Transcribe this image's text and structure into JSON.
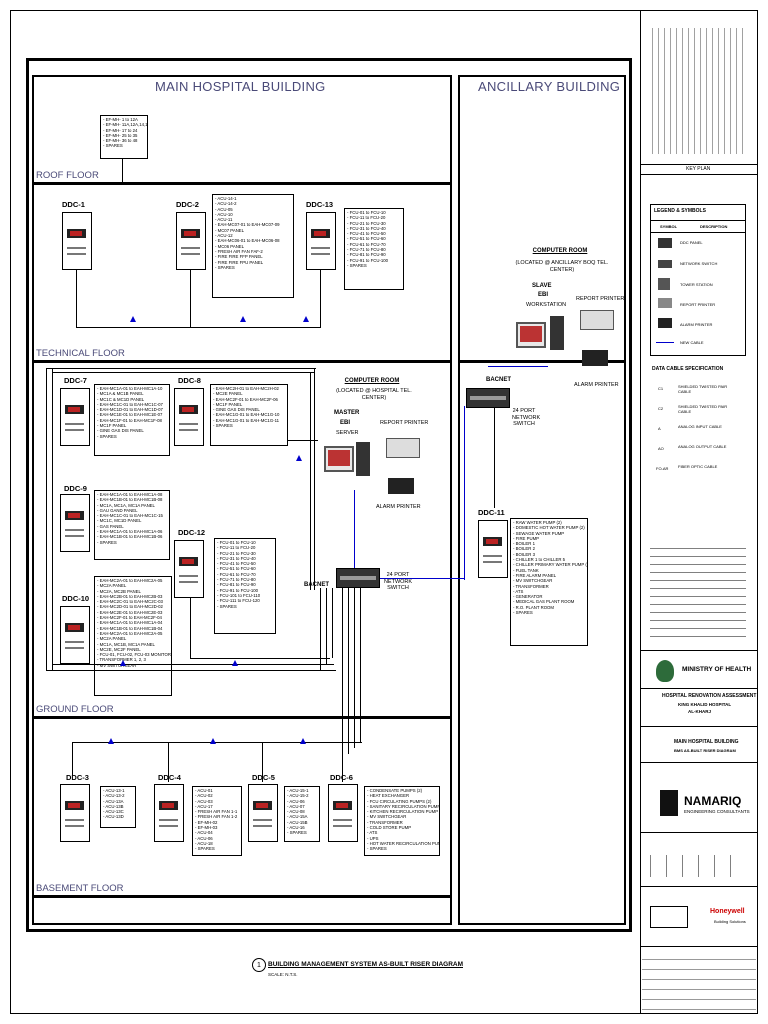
{
  "titles": {
    "main": "MAIN HOSPITAL BUILDING",
    "ancillary": "ANCILLARY BUILDING"
  },
  "floors": {
    "roof": "ROOF FLOOR",
    "technical": "TECHNICAL FLOOR",
    "ground": "GROUND FLOOR",
    "basement": "BASEMENT FLOOR"
  },
  "roof_list": [
    "- EF-MH- 1 to 12A",
    "- EF-MH- 11A,12A,14,15",
    "- EF-MH- 17 to 24",
    "- EF-MH- 25 to 35",
    "- EF-MH- 36 to 48",
    "- SPARES"
  ],
  "ddc": {
    "ddc1": {
      "label": "DDC-1"
    },
    "ddc2": {
      "label": "DDC-2",
      "items": [
        "- ACU-14-1",
        "- ACU-14-2",
        "- ACU-05",
        "- ACU-10",
        "- ACU-11",
        "- EAH-MC07-01 to EAH-MC07-09",
        "- MC07 PANEL",
        "- ACU-12",
        "- EAH-MC06-01 to EAH-MC06-08",
        "- MC06 PANEL",
        "- FRESH AIR FAN FAF-2",
        "- FIRE FIRE FFP PANEL",
        "- FIRE FIRE FPU PANEL",
        "- SPARES"
      ]
    },
    "ddc13": {
      "label": "DDC-13",
      "items": [
        "- FCU-01 to FCU-10",
        "- FCU-11 to FCU-20",
        "- FCU-21 to FCU-30",
        "- FCU-31 to FCU-40",
        "- FCU-41 to FCU-50",
        "- FCU-51 to FCU-60",
        "- FCU-61 to FCU-70",
        "- FCU-71 to FCU-80",
        "- FCU-81 to FCU-90",
        "- FCU-91 to FCU-100",
        "- SPARES"
      ]
    },
    "ddc7": {
      "label": "DDC-7",
      "items": [
        "- EAH-MC1A-01 to EAH-MC1A-10",
        "- MC1A & MC1B PANEL",
        "- MC1C & MC1D PANEL",
        "- EAH-MC1C-01 to EAH-MC1C-07",
        "- EAH-MC1D-01 to EAH-MC1D-07",
        "- EAH-MC1E-01 to EAH-MC1E-07",
        "- EAH-MC1F-01 to EAH-MC1F-08",
        "- MC1F PANEL",
        "- GINE GAS DIS PANEL",
        "- SPARES"
      ]
    },
    "ddc8": {
      "label": "DDC-8",
      "items": [
        "- EAH-MC2H-01 to EAH-MC2H-02",
        "- MC2E PANEL",
        "- EAH-MC2F-01 to EAH-MC2F-06",
        "- MC1F PANEL",
        "- GINE GAS DIS PANEL",
        "- EAH-MC1G-01 to EAH-MC1G-10",
        "- EAH-MC1G-01 to EAH-MC1G-11",
        "- SPARES"
      ]
    },
    "ddc9": {
      "label": "DDC-9",
      "items": [
        "- EAH-MC1A-01 to EAH-MC1A-08",
        "- EAH-MC1B-01 to EAH-MC1B-08",
        "- MC1A, MC1A, MC1A PANEL",
        "- GAU GAND PANEL",
        "- EAH-MC1C-01 to EAH-MC1C-15",
        "- MC1C, MC1D PANEL",
        "- GAS PANEL",
        "- EAH-MC1A-01 to EAH-MC1A-06",
        "- EAH-MC1B-01 to EAH-MC1B-06",
        "- SPARES"
      ]
    },
    "ddc12": {
      "label": "DDC-12",
      "items": [
        "- FCU-01 to FCU-10",
        "- FCU-11 to FCU-20",
        "- FCU-21 to FCU-30",
        "- FCU-31 to FCU-40",
        "- FCU-41 to FCU-50",
        "- FCU-51 to FCU-60",
        "- FCU-61 to FCU-70",
        "- FCU-71 to FCU-80",
        "- FCU-81 to FCU-90",
        "- FCU-91 to FCU-100",
        "- FCU-101 to FCU-110",
        "- FCU-111 to FCU-120",
        "- SPARES"
      ]
    },
    "ddc10": {
      "label": "DDC-10",
      "items": [
        "- EAH-MC2A-01 to EAH-MC2A-05",
        "- MC2A PANEL",
        "- MC2A, MC2B PANEL",
        "- EAH-MC2B-01 to EAH-MC2B-03",
        "- EAH-MC2C-01 to EAH-MC2C-03",
        "- EAH-MC2D-01 to EAH-MC2D-02",
        "- EAH-MC2E-01 to EAH-MC2E-03",
        "- EAH-MC2F-01 to EAH-MC2F-04",
        "- EAH-MC1A-01 to EAH-MC1A-04",
        "- EAH-MC1B-01 to EAH-MC1B-04",
        "- EAH-MC2A-01 to EAH-MC2A-05",
        "- MC2A PANEL",
        "- MC1A, MC1B, MC1A PANEL",
        "- MC2E, MC2F PANEL",
        "- FCU-01, FCU-02, FCU-03 MONITORING",
        "- TRANSFORMER 1, 2, 3",
        "- MV SWITCHGEAR"
      ]
    },
    "ddc11": {
      "label": "DDC-11",
      "items": [
        "- RAW WATER PUMP (2)",
        "- DOMESTIC HOT WATER PUMP (2)",
        "- SEWAGE WATER PUMP",
        "- FIRE PUMP",
        "- BOILER 1",
        "- BOILER 2",
        "- BOILER 3",
        "- CHILLER 1 to CHILLER 5",
        "- CHILLER PRIMARY WATER PUMP (2)",
        "- FUEL TANK",
        "- FIRE ALARM PANEL",
        "- MV SWITCHGEAR",
        "- TRANSFORMER",
        "- ATS",
        "- GENERATOR",
        "- MEDICAL GAS PLANT ROOM",
        "- R.O. PLANT ROOM",
        "- SPARES"
      ]
    },
    "ddc3": {
      "label": "DDC-3",
      "items": [
        "- ACU-13-1",
        "- ACU-13-2",
        "- ACU-13A",
        "- ACU-13B",
        "- ACU-13C",
        "- ACU-13D"
      ]
    },
    "ddc4": {
      "label": "DDC-4",
      "items": [
        "- ACU-01",
        "- ACU-02",
        "- ACU-03",
        "- ACU-17",
        "- FRESH AIR FAN 1-1",
        "- FRESH AIR FAN 1-2",
        "- EF-MH-02",
        "- EF-MH-03",
        "- ACU-04",
        "- ACU-06",
        "- ACU-18",
        "- SPARES"
      ]
    },
    "ddc5": {
      "label": "DDC-5",
      "items": [
        "- ACU-15-1",
        "- ACU-15-2",
        "- ACU-06",
        "- ACU-07",
        "- ACU-08",
        "- ACU-15A",
        "- ACU-15B",
        "- ACU-16",
        "- SPARES"
      ]
    },
    "ddc6": {
      "label": "DDC-6",
      "items": [
        "- CONDENSATE PUMPS (2)",
        "- HEAT EXCHANGER",
        "- FCU CIRCULATING PUMPS (2)",
        "- SANITARY RECIRCULATION PUMP (2)",
        "- KITCHEN RECIRCULATION PUMP (2)",
        "- MV SWITCHGEAR",
        "- TRANSFORMER",
        "- COLD STORE PUMP",
        "- ATS",
        "- UPS",
        "- HOT WATER RECIRCULATION PUMP (2)",
        "- SPARES"
      ]
    }
  },
  "computer_room_main": {
    "title": "COMPUTER ROOM",
    "location": "(LOCATED @ HOSPITAL TEL. CENTER)",
    "master": "MASTER",
    "ebi": "EBI",
    "server": "SERVER",
    "report_printer": "REPORT PRINTER",
    "alarm_printer": "ALARM PRINTER",
    "bacnet": "BACNET",
    "switch": "24 PORT NETWORK SWITCH"
  },
  "computer_room_anc": {
    "title": "COMPUTER ROOM",
    "location": "(LOCATED @ ANCILLARY BOQ TEL. CENTER)",
    "slave": "SLAVE",
    "ebi": "EBI",
    "workstation": "WORKSTATION",
    "report_printer": "REPORT PRINTER",
    "alarm_printer": "ALARM PRINTER",
    "bacnet": "BACNET",
    "switch": "24 PORT NETWORK SWITCH"
  },
  "drawing_caption": {
    "number": "1",
    "title": "BUILDING MANAGEMENT SYSTEM AS-BUILT RISER DIAGRAM",
    "scale": "SCALE: N.T.S."
  },
  "title_block": {
    "key_plan": "KEY PLAN",
    "legend_title": "LEGEND & SYMBOLS",
    "legend_cols": [
      "SYMBOL",
      "DESCRIPTION"
    ],
    "legend_items": [
      "DDC PANEL",
      "NETWORK SWITCH",
      "TOWER STATION",
      "REPORT PRINTER",
      "ALARM PRINTER",
      "NEW CABLE"
    ],
    "cable_title": "DATA CABLE SPECIFICATION",
    "cable_items": [
      {
        "code": "C1",
        "desc": "SHIELDED TWISTED PAIR CABLE"
      },
      {
        "code": "C2",
        "desc": "SHIELDED TWISTED PAIR CABLE"
      },
      {
        "code": "A",
        "desc": "ANALOG INPUT CABLE"
      },
      {
        "code": "AO",
        "desc": "ANALOG OUTPUT CABLE"
      },
      {
        "code": "FO-AR",
        "desc": "FIBER OPTIC CABLE"
      }
    ],
    "client": "MINISTRY OF HEALTH",
    "project": "HOSPITAL RENOVATION ASSESSMENT",
    "project_sub1": "KING KHALID HOSPITAL",
    "project_sub2": "AL-KHARJ",
    "drawing_title": "MAIN HOSPITAL BUILDING",
    "drawing_title_sub": "BMS AS-BUILT RISER DIAGRAM",
    "consultant": "NAMARIQ",
    "consultant_sub": "ENGINEERING CONSULTANTS",
    "contractor": "Honeywell",
    "contractor_sub": "Building Solutions"
  }
}
